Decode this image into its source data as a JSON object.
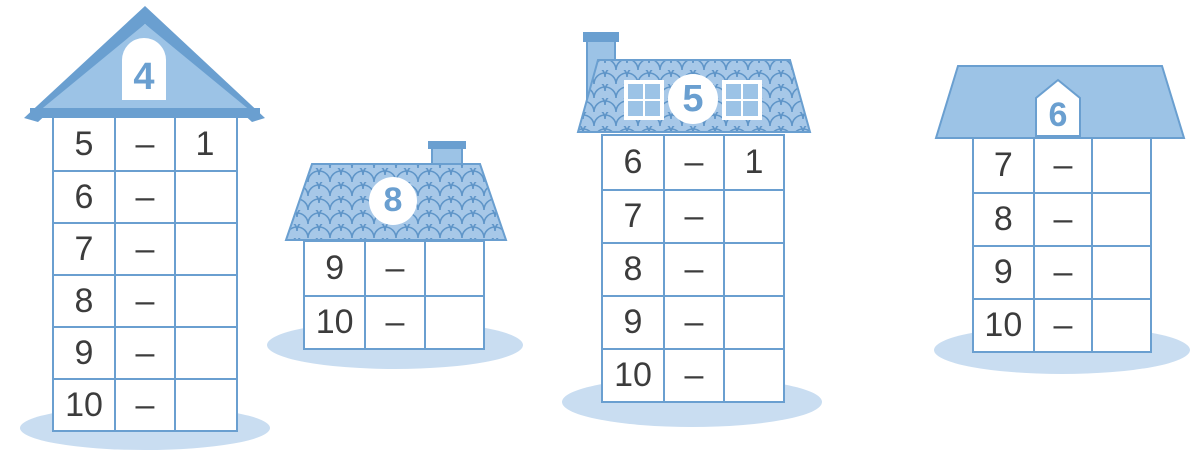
{
  "houses": [
    {
      "id": "h4",
      "roof_number": "4",
      "rows": [
        {
          "a": "5",
          "op": "–",
          "r": "1"
        },
        {
          "a": "6",
          "op": "–",
          "r": ""
        },
        {
          "a": "7",
          "op": "–",
          "r": ""
        },
        {
          "a": "8",
          "op": "–",
          "r": ""
        },
        {
          "a": "9",
          "op": "–",
          "r": ""
        },
        {
          "a": "10",
          "op": "–",
          "r": ""
        }
      ]
    },
    {
      "id": "h8",
      "roof_number": "8",
      "rows": [
        {
          "a": "9",
          "op": "–",
          "r": ""
        },
        {
          "a": "10",
          "op": "–",
          "r": ""
        }
      ]
    },
    {
      "id": "h5",
      "roof_number": "5",
      "rows": [
        {
          "a": "6",
          "op": "–",
          "r": "1"
        },
        {
          "a": "7",
          "op": "–",
          "r": ""
        },
        {
          "a": "8",
          "op": "–",
          "r": ""
        },
        {
          "a": "9",
          "op": "–",
          "r": ""
        },
        {
          "a": "10",
          "op": "–",
          "r": ""
        }
      ]
    },
    {
      "id": "h6",
      "roof_number": "6",
      "rows": [
        {
          "a": "7",
          "op": "–",
          "r": ""
        },
        {
          "a": "8",
          "op": "–",
          "r": ""
        },
        {
          "a": "9",
          "op": "–",
          "r": ""
        },
        {
          "a": "10",
          "op": "–",
          "r": ""
        }
      ]
    }
  ],
  "colors": {
    "line": "#6a9fd0",
    "roof": "#9cc3e6",
    "roof_dark": "#6a9fd0",
    "shadow": "#c9ddf1",
    "text": "#3c3c3c"
  }
}
